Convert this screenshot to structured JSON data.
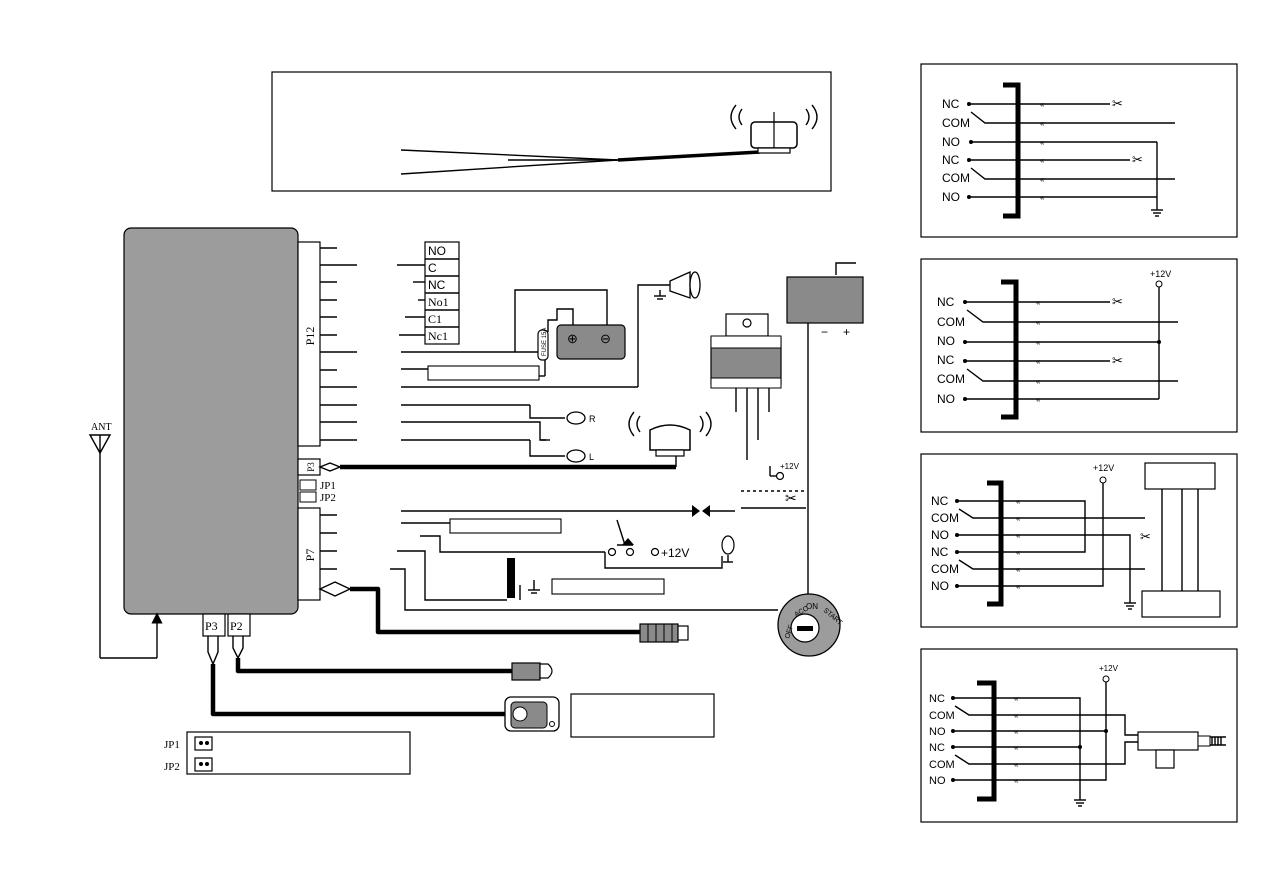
{
  "main_diagram": {
    "antenna_label": "ANT",
    "connector_p12": "P12",
    "connector_p3_side": "P3",
    "connector_p7": "P7",
    "connector_p3_bottom": "P3",
    "connector_p2_bottom": "P2",
    "jumpers": [
      "JP1",
      "JP2"
    ],
    "relay_terminals": [
      "NO",
      "C",
      "NC",
      "No1",
      "C1",
      "Nc1"
    ],
    "fuse_label": "FUSE 15A",
    "battery_symbols": [
      "⊕",
      "⊖"
    ],
    "plus12v_labels": [
      "+12V",
      "+12V"
    ],
    "turn_signal_labels": [
      "R",
      "L"
    ],
    "coil_polarity": [
      "−",
      "+"
    ],
    "ignition_positions": [
      "OFF",
      "ACC",
      "ON",
      "START"
    ]
  },
  "door_lock_panels": [
    {
      "terminals": [
        "NC",
        "COM",
        "NO",
        "NC",
        "COM",
        "NO"
      ],
      "supply_label": ""
    },
    {
      "terminals": [
        "NC",
        "COM",
        "NO",
        "NC",
        "COM",
        "NO"
      ],
      "supply_label": "+12V"
    },
    {
      "terminals": [
        "NC",
        "COM",
        "NO",
        "NC",
        "COM",
        "NO"
      ],
      "supply_label": "+12V"
    },
    {
      "terminals": [
        "NC",
        "COM",
        "NO",
        "NC",
        "COM",
        "NO"
      ],
      "supply_label": "+12V"
    }
  ],
  "colors": {
    "module_fill": "#9c9c9c",
    "component_gray": "#8a8a8a",
    "line": "#000000",
    "background": "#ffffff"
  }
}
